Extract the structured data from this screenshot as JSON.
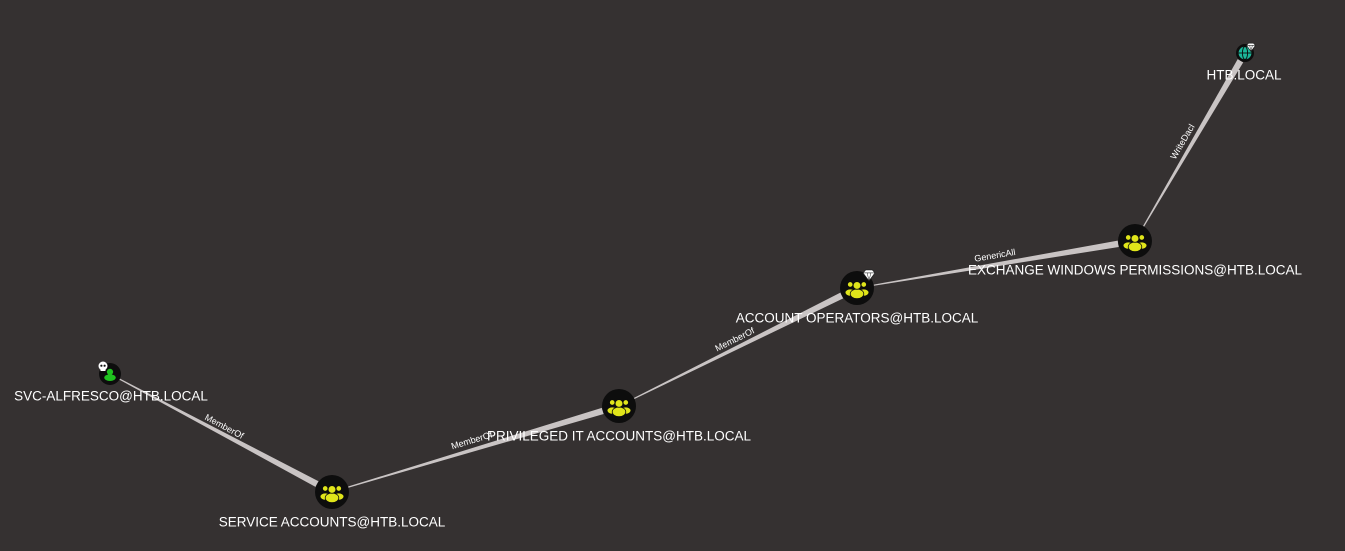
{
  "colors": {
    "background": "#353131",
    "edge": "#c9c4c4",
    "node_ring": "#0d0d0d",
    "group_icon": "#e0e51a",
    "user_icon": "#1fc21f",
    "domain_icon": "#1bb89a",
    "badge": "#ffffff"
  },
  "nodes": [
    {
      "id": "svc-alfresco",
      "label": "SVC-ALFRESCO@HTB.LOCAL",
      "type": "user",
      "icon": "user-icon",
      "badge": "skull-icon"
    },
    {
      "id": "service-accounts",
      "label": "SERVICE ACCOUNTS@HTB.LOCAL",
      "type": "group",
      "icon": "group-icon"
    },
    {
      "id": "privileged-it-accounts",
      "label": "PRIVILEGED IT ACCOUNTS@HTB.LOCAL",
      "type": "group",
      "icon": "group-icon"
    },
    {
      "id": "account-operators",
      "label": "ACCOUNT OPERATORS@HTB.LOCAL",
      "type": "group",
      "icon": "group-icon",
      "badge": "diamond-icon"
    },
    {
      "id": "exchange-windows-permissions",
      "label": "EXCHANGE WINDOWS PERMISSIONS@HTB.LOCAL",
      "type": "group",
      "icon": "group-icon"
    },
    {
      "id": "htb-local",
      "label": "HTB.LOCAL",
      "type": "domain",
      "icon": "globe-icon",
      "badge": "diamond-icon"
    }
  ],
  "edges": [
    {
      "source": "svc-alfresco",
      "target": "service-accounts",
      "label": "MemberOf"
    },
    {
      "source": "service-accounts",
      "target": "privileged-it-accounts",
      "label": "MemberOf"
    },
    {
      "source": "privileged-it-accounts",
      "target": "account-operators",
      "label": "MemberOf"
    },
    {
      "source": "account-operators",
      "target": "exchange-windows-permissions",
      "label": "GenericAll"
    },
    {
      "source": "exchange-windows-permissions",
      "target": "htb-local",
      "label": "WriteDacl"
    }
  ]
}
